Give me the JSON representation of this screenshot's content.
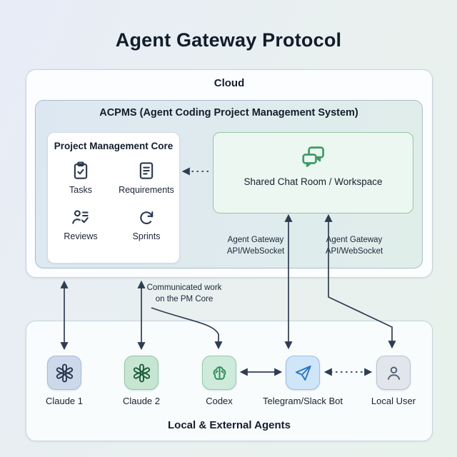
{
  "title": "Agent Gateway Protocol",
  "cloud": {
    "label": "Cloud",
    "acpms": {
      "label": "ACPMS (Agent Coding Project Management System)",
      "pm_core": {
        "title": "Project Management Core",
        "items": [
          {
            "label": "Tasks",
            "icon": "clipboard-check-icon"
          },
          {
            "label": "Requirements",
            "icon": "document-lines-icon"
          },
          {
            "label": "Reviews",
            "icon": "reviewer-check-icon"
          },
          {
            "label": "Sprints",
            "icon": "sprint-cycle-icon"
          }
        ]
      },
      "chat_room": {
        "label": "Shared Chat Room / Workspace",
        "icon": "chat-bubbles-icon"
      },
      "gateway_labels": [
        {
          "line1": "Agent Gateway",
          "line2": "API/WebSocket"
        },
        {
          "line1": "Agent Gateway",
          "line2": "API/WebSocket"
        }
      ]
    }
  },
  "annotations": {
    "communicated_work": [
      "Communicated work",
      "on the PM Core"
    ]
  },
  "agents_panel": {
    "label": "Local & External Agents",
    "agents": [
      {
        "label": "Claude 1",
        "icon": "openai-knot-icon"
      },
      {
        "label": "Claude 2",
        "icon": "openai-knot-icon"
      },
      {
        "label": "Codex",
        "icon": "brain-icon"
      },
      {
        "label": "Telegram/Slack Bot",
        "icon": "telegram-plane-icon"
      },
      {
        "label": "Local User",
        "icon": "user-icon"
      }
    ]
  },
  "colors": {
    "arrow": "#2e3d52",
    "chat_green": "#3d9c63",
    "telegram_blue": "#2877c2",
    "claude1_bg": "#ccd9ea",
    "claude2_bg": "#c6e6d2",
    "codex_bg": "#cdeadb",
    "bot_bg": "#cfe5f8",
    "user_bg": "#e2e6ec"
  }
}
